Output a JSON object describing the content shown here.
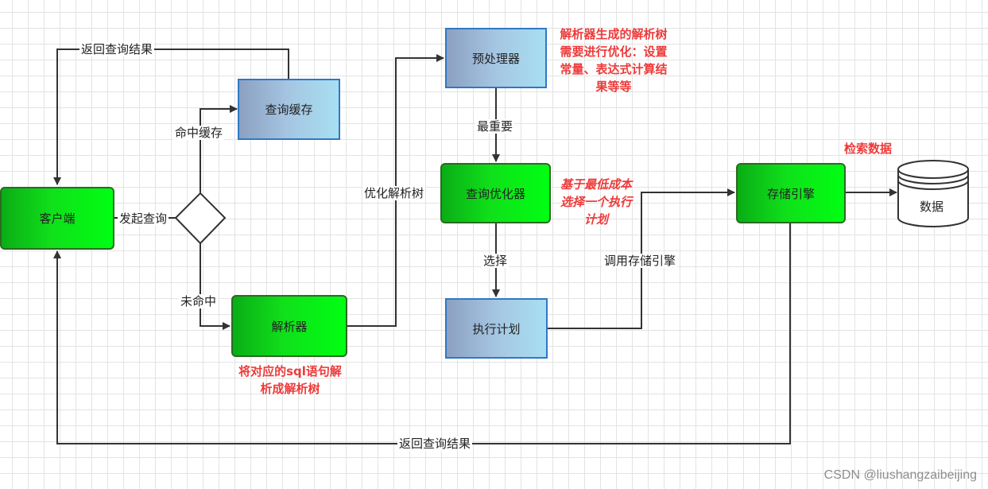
{
  "nodes": {
    "client": "客户端",
    "query_cache": "查询缓存",
    "parser": "解析器",
    "preprocessor": "预处理器",
    "optimizer": "查询优化器",
    "execution_plan": "执行计划",
    "storage_engine": "存储引擎",
    "data": "数据"
  },
  "edge_labels": {
    "return_top": "返回查询结果",
    "cache_hit": "命中缓存",
    "initiate_query": "发起查询",
    "cache_miss": "未命中",
    "optimize_tree": "优化解析树",
    "most_important": "最重要",
    "select": "选择",
    "call_storage": "调用存储引擎",
    "return_bottom": "返回查询结果"
  },
  "notes": {
    "preprocessor_note": [
      "解析器生成的解析树",
      "需要进行优化：设置",
      "常量、表达式计算结",
      "果等等"
    ],
    "optimizer_note": [
      "基于最低成本",
      "选择一个执行",
      "计划"
    ],
    "parser_note": [
      "将对应的sql语句解",
      "析成解析树"
    ],
    "retrieve_note": "检索数据"
  },
  "watermark": "CSDN @liushangzaibeijing",
  "colors": {
    "green_node": "#00ff12",
    "blue_node": "#a5c6e2",
    "note_red": "#ee3a3a",
    "edge": "#333333"
  }
}
